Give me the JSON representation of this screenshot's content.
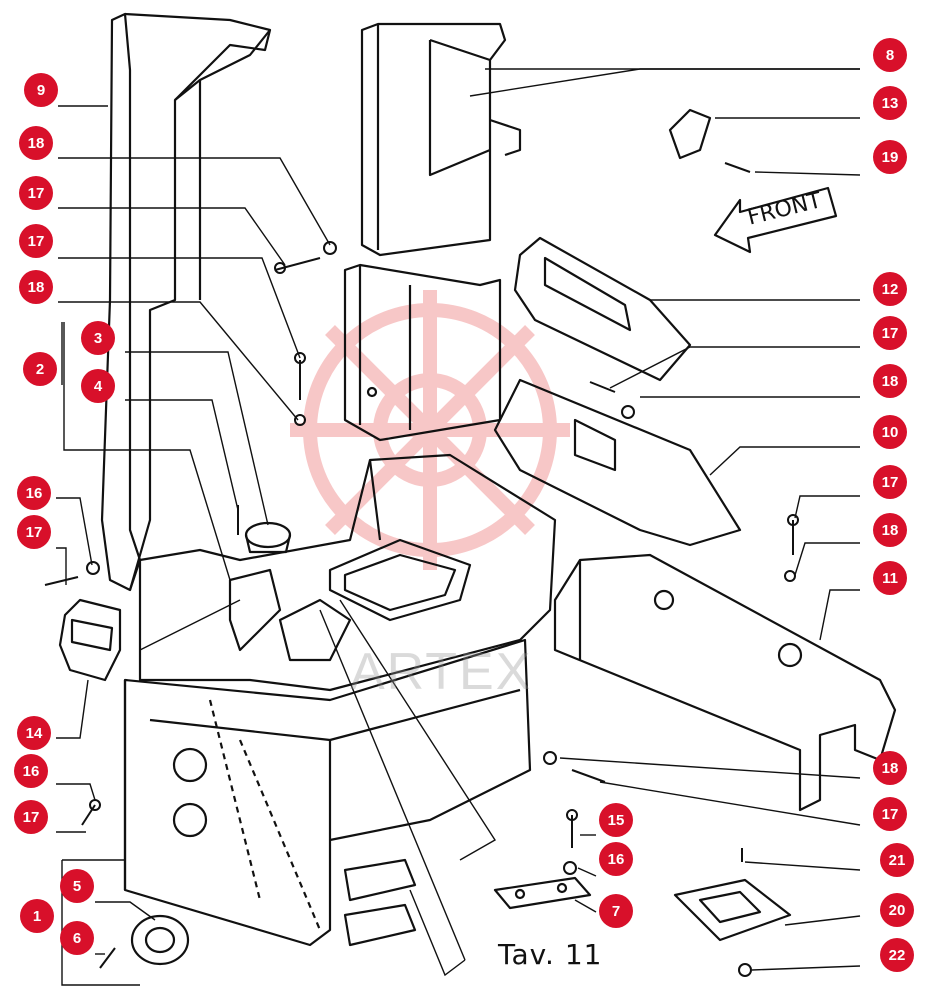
{
  "caption": "Tav. 11",
  "front_label": "FRONT",
  "watermark_text": "ARTEX",
  "colors": {
    "callout": "#d8102a",
    "line": "#111111",
    "watermark": "#f4b0b0"
  },
  "callouts": [
    {
      "id": "c9",
      "label": "9"
    },
    {
      "id": "c18a",
      "label": "18"
    },
    {
      "id": "c17a",
      "label": "17"
    },
    {
      "id": "c17b",
      "label": "17"
    },
    {
      "id": "c18b",
      "label": "18"
    },
    {
      "id": "c3",
      "label": "3"
    },
    {
      "id": "c2",
      "label": "2"
    },
    {
      "id": "c4",
      "label": "4"
    },
    {
      "id": "c16a",
      "label": "16"
    },
    {
      "id": "c17c",
      "label": "17"
    },
    {
      "id": "c14",
      "label": "14"
    },
    {
      "id": "c16b",
      "label": "16"
    },
    {
      "id": "c17d",
      "label": "17"
    },
    {
      "id": "c5",
      "label": "5"
    },
    {
      "id": "c1",
      "label": "1"
    },
    {
      "id": "c6",
      "label": "6"
    },
    {
      "id": "c8",
      "label": "8"
    },
    {
      "id": "c13",
      "label": "13"
    },
    {
      "id": "c19",
      "label": "19"
    },
    {
      "id": "c12",
      "label": "12"
    },
    {
      "id": "c17e",
      "label": "17"
    },
    {
      "id": "c18c",
      "label": "18"
    },
    {
      "id": "c10",
      "label": "10"
    },
    {
      "id": "c17f",
      "label": "17"
    },
    {
      "id": "c18d",
      "label": "18"
    },
    {
      "id": "c11",
      "label": "11"
    },
    {
      "id": "c18e",
      "label": "18"
    },
    {
      "id": "c17g",
      "label": "17"
    },
    {
      "id": "c15",
      "label": "15"
    },
    {
      "id": "c16c",
      "label": "16"
    },
    {
      "id": "c7",
      "label": "7"
    },
    {
      "id": "c21",
      "label": "21"
    },
    {
      "id": "c20",
      "label": "20"
    },
    {
      "id": "c22",
      "label": "22"
    }
  ]
}
